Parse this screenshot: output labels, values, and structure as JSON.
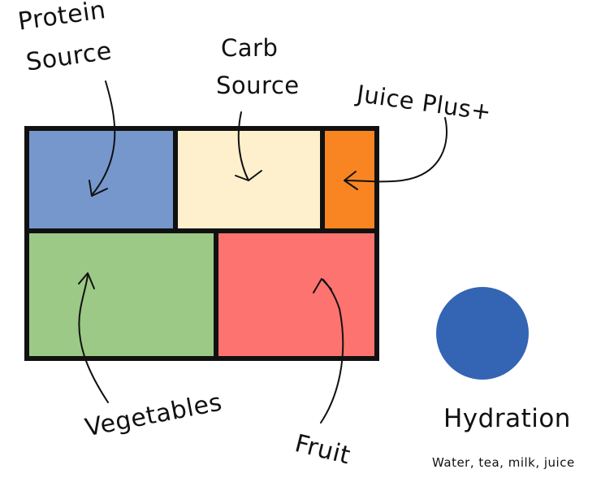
{
  "diagram": {
    "sections": [
      {
        "id": "protein",
        "label_lines": [
          "Protein",
          "Source"
        ],
        "color": "#7597cc"
      },
      {
        "id": "carb",
        "label_lines": [
          "Carb",
          "Source"
        ],
        "color": "#fef0cc"
      },
      {
        "id": "juice",
        "label": "Juice Plus+",
        "color": "#f88522"
      },
      {
        "id": "vegetables",
        "label": "Vegetables",
        "color": "#9cc986"
      },
      {
        "id": "fruit",
        "label": "Fruit",
        "color": "#fd736f"
      }
    ],
    "hydration": {
      "label": "Hydration",
      "caption": "Water, tea, milk, juice",
      "color": "#3464b4"
    },
    "border_color": "#111111"
  }
}
